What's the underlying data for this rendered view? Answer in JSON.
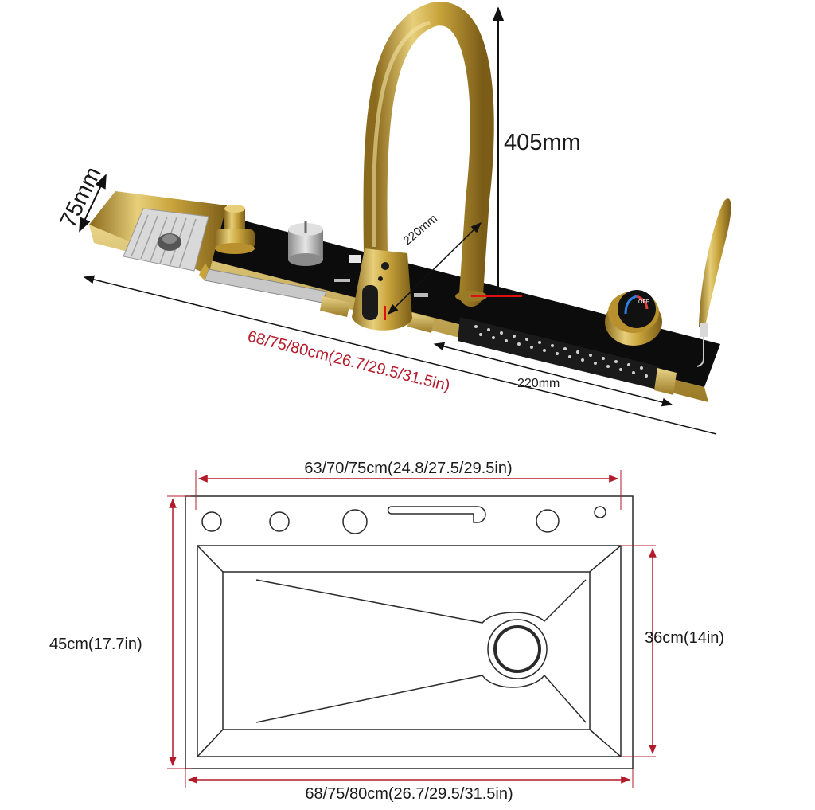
{
  "top_view": {
    "height_label": "405mm",
    "depth_label": "75mm",
    "reach_label": "220mm",
    "panel_label": "220mm",
    "length_label": "68/75/80cm(26.7/29.5/31.5in)",
    "display_text": "OFF"
  },
  "plan_view": {
    "inner_width_label": "63/70/75cm(24.8/27.5/29.5in)",
    "depth_label": "45cm(17.7in)",
    "bowl_depth_label": "36cm(14in)",
    "outer_width_label": "68/75/80cm(26.7/29.5/31.5in)"
  },
  "colors": {
    "dimension_red": "#b31b2a",
    "gold": "#c9a43c",
    "deck_black": "#0c0c0c",
    "outline": "#2a2a2a"
  }
}
